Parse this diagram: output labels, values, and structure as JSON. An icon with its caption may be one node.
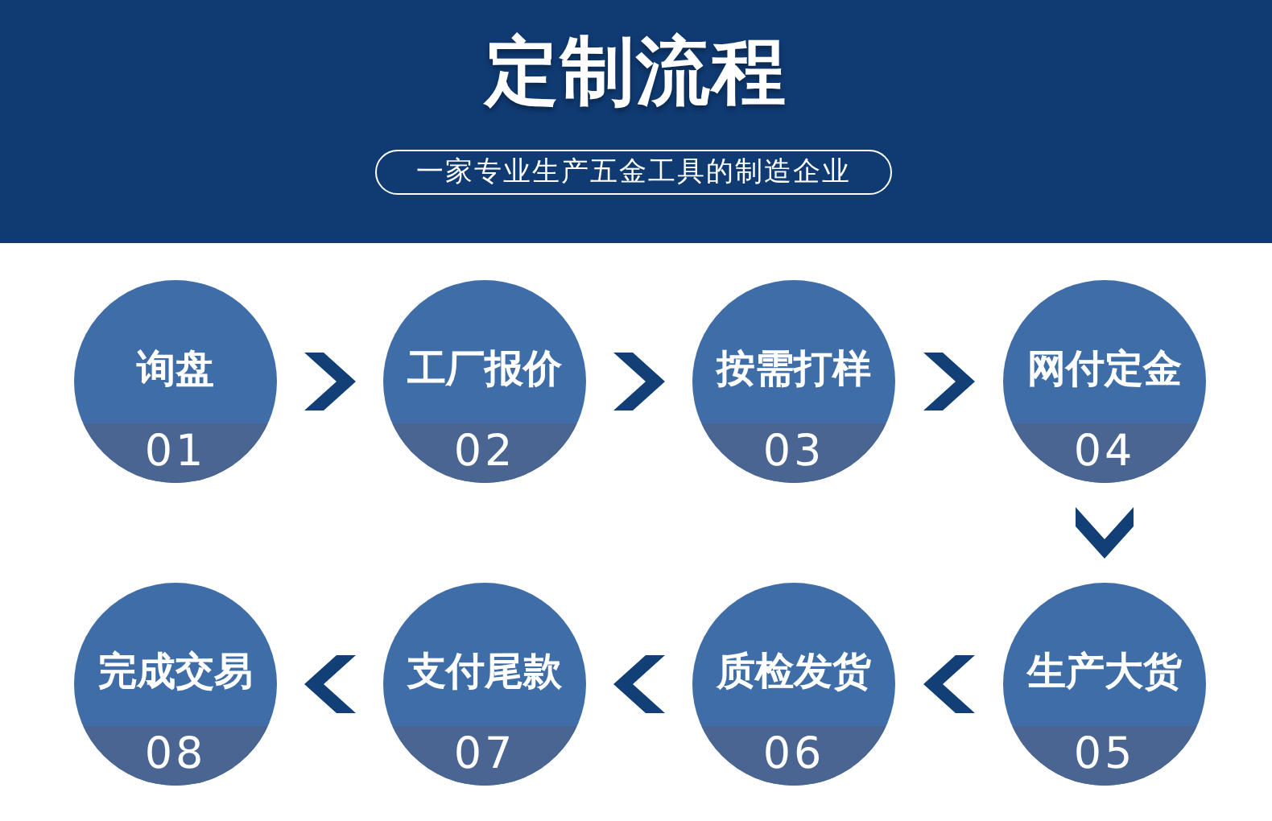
{
  "diagram": {
    "title": "定制流程",
    "nodes": [
      {
        "text": [
          "一家专业生产五金工具的制造企业"
        ]
      },
      {
        "text": [
          "询盘",
          "01"
        ]
      },
      {
        "text": [
          "工厂报价",
          "02"
        ]
      },
      {
        "text": [
          "按需打样",
          "03"
        ]
      },
      {
        "text": [
          "网付定金",
          "04"
        ]
      },
      {
        "text": [
          "生产大货",
          "05"
        ]
      },
      {
        "text": [
          "质检发货",
          "06"
        ]
      },
      {
        "text": [
          "支付尾款",
          "07"
        ]
      },
      {
        "text": [
          "完成交易",
          "08"
        ]
      }
    ],
    "edges": [
      {
        "from": 1,
        "to": 2,
        "arrow": "to"
      },
      {
        "from": 2,
        "to": 3,
        "arrow": "to"
      },
      {
        "from": 3,
        "to": 4,
        "arrow": "to"
      },
      {
        "from": 4,
        "to": 5,
        "arrow": "to"
      },
      {
        "from": 5,
        "to": 6,
        "arrow": "to"
      },
      {
        "from": 6,
        "to": 7,
        "arrow": "to"
      },
      {
        "from": 7,
        "to": 8,
        "arrow": "to"
      }
    ]
  }
}
